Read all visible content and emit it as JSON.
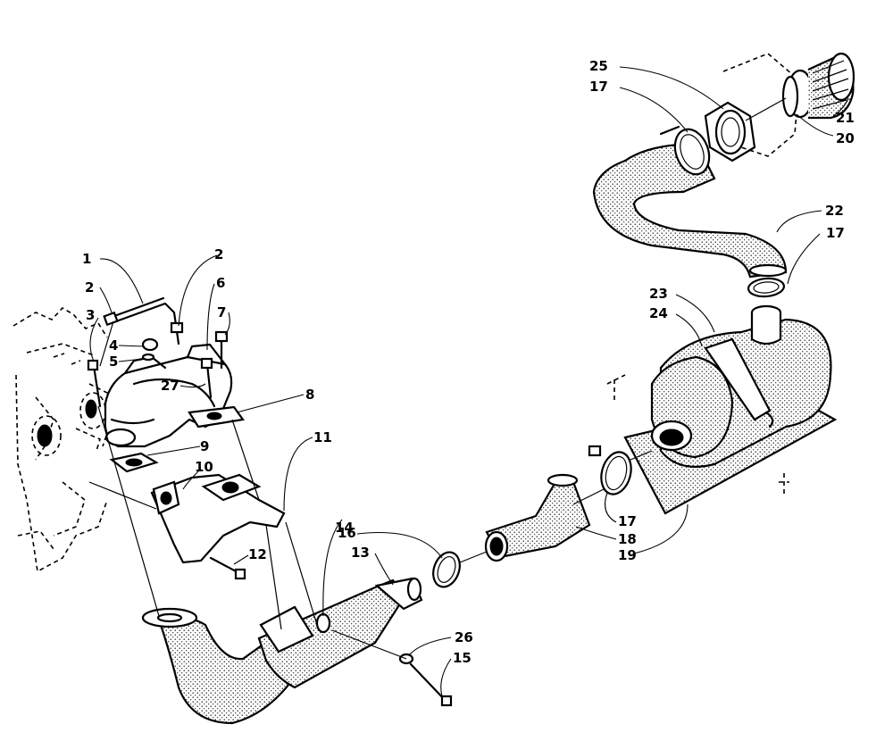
{
  "diagram": {
    "callouts": [
      {
        "id": "c1",
        "label": "1"
      },
      {
        "id": "c2a",
        "label": "2"
      },
      {
        "id": "c2b",
        "label": "2"
      },
      {
        "id": "c3",
        "label": "3"
      },
      {
        "id": "c4",
        "label": "4"
      },
      {
        "id": "c5",
        "label": "5"
      },
      {
        "id": "c6",
        "label": "6"
      },
      {
        "id": "c7",
        "label": "7"
      },
      {
        "id": "c8",
        "label": "8"
      },
      {
        "id": "c9",
        "label": "9"
      },
      {
        "id": "c10",
        "label": "10"
      },
      {
        "id": "c11",
        "label": "11"
      },
      {
        "id": "c12",
        "label": "12"
      },
      {
        "id": "c13",
        "label": "13"
      },
      {
        "id": "c14",
        "label": "14"
      },
      {
        "id": "c15",
        "label": "15"
      },
      {
        "id": "c16",
        "label": "16"
      },
      {
        "id": "c17a",
        "label": "17"
      },
      {
        "id": "c17b",
        "label": "17"
      },
      {
        "id": "c17c",
        "label": "17"
      },
      {
        "id": "c18",
        "label": "18"
      },
      {
        "id": "c19",
        "label": "19"
      },
      {
        "id": "c20",
        "label": "20"
      },
      {
        "id": "c21",
        "label": "21"
      },
      {
        "id": "c22",
        "label": "22"
      },
      {
        "id": "c23",
        "label": "23"
      },
      {
        "id": "c24",
        "label": "24"
      },
      {
        "id": "c25",
        "label": "25"
      },
      {
        "id": "c26",
        "label": "26"
      },
      {
        "id": "c27",
        "label": "27"
      }
    ]
  }
}
